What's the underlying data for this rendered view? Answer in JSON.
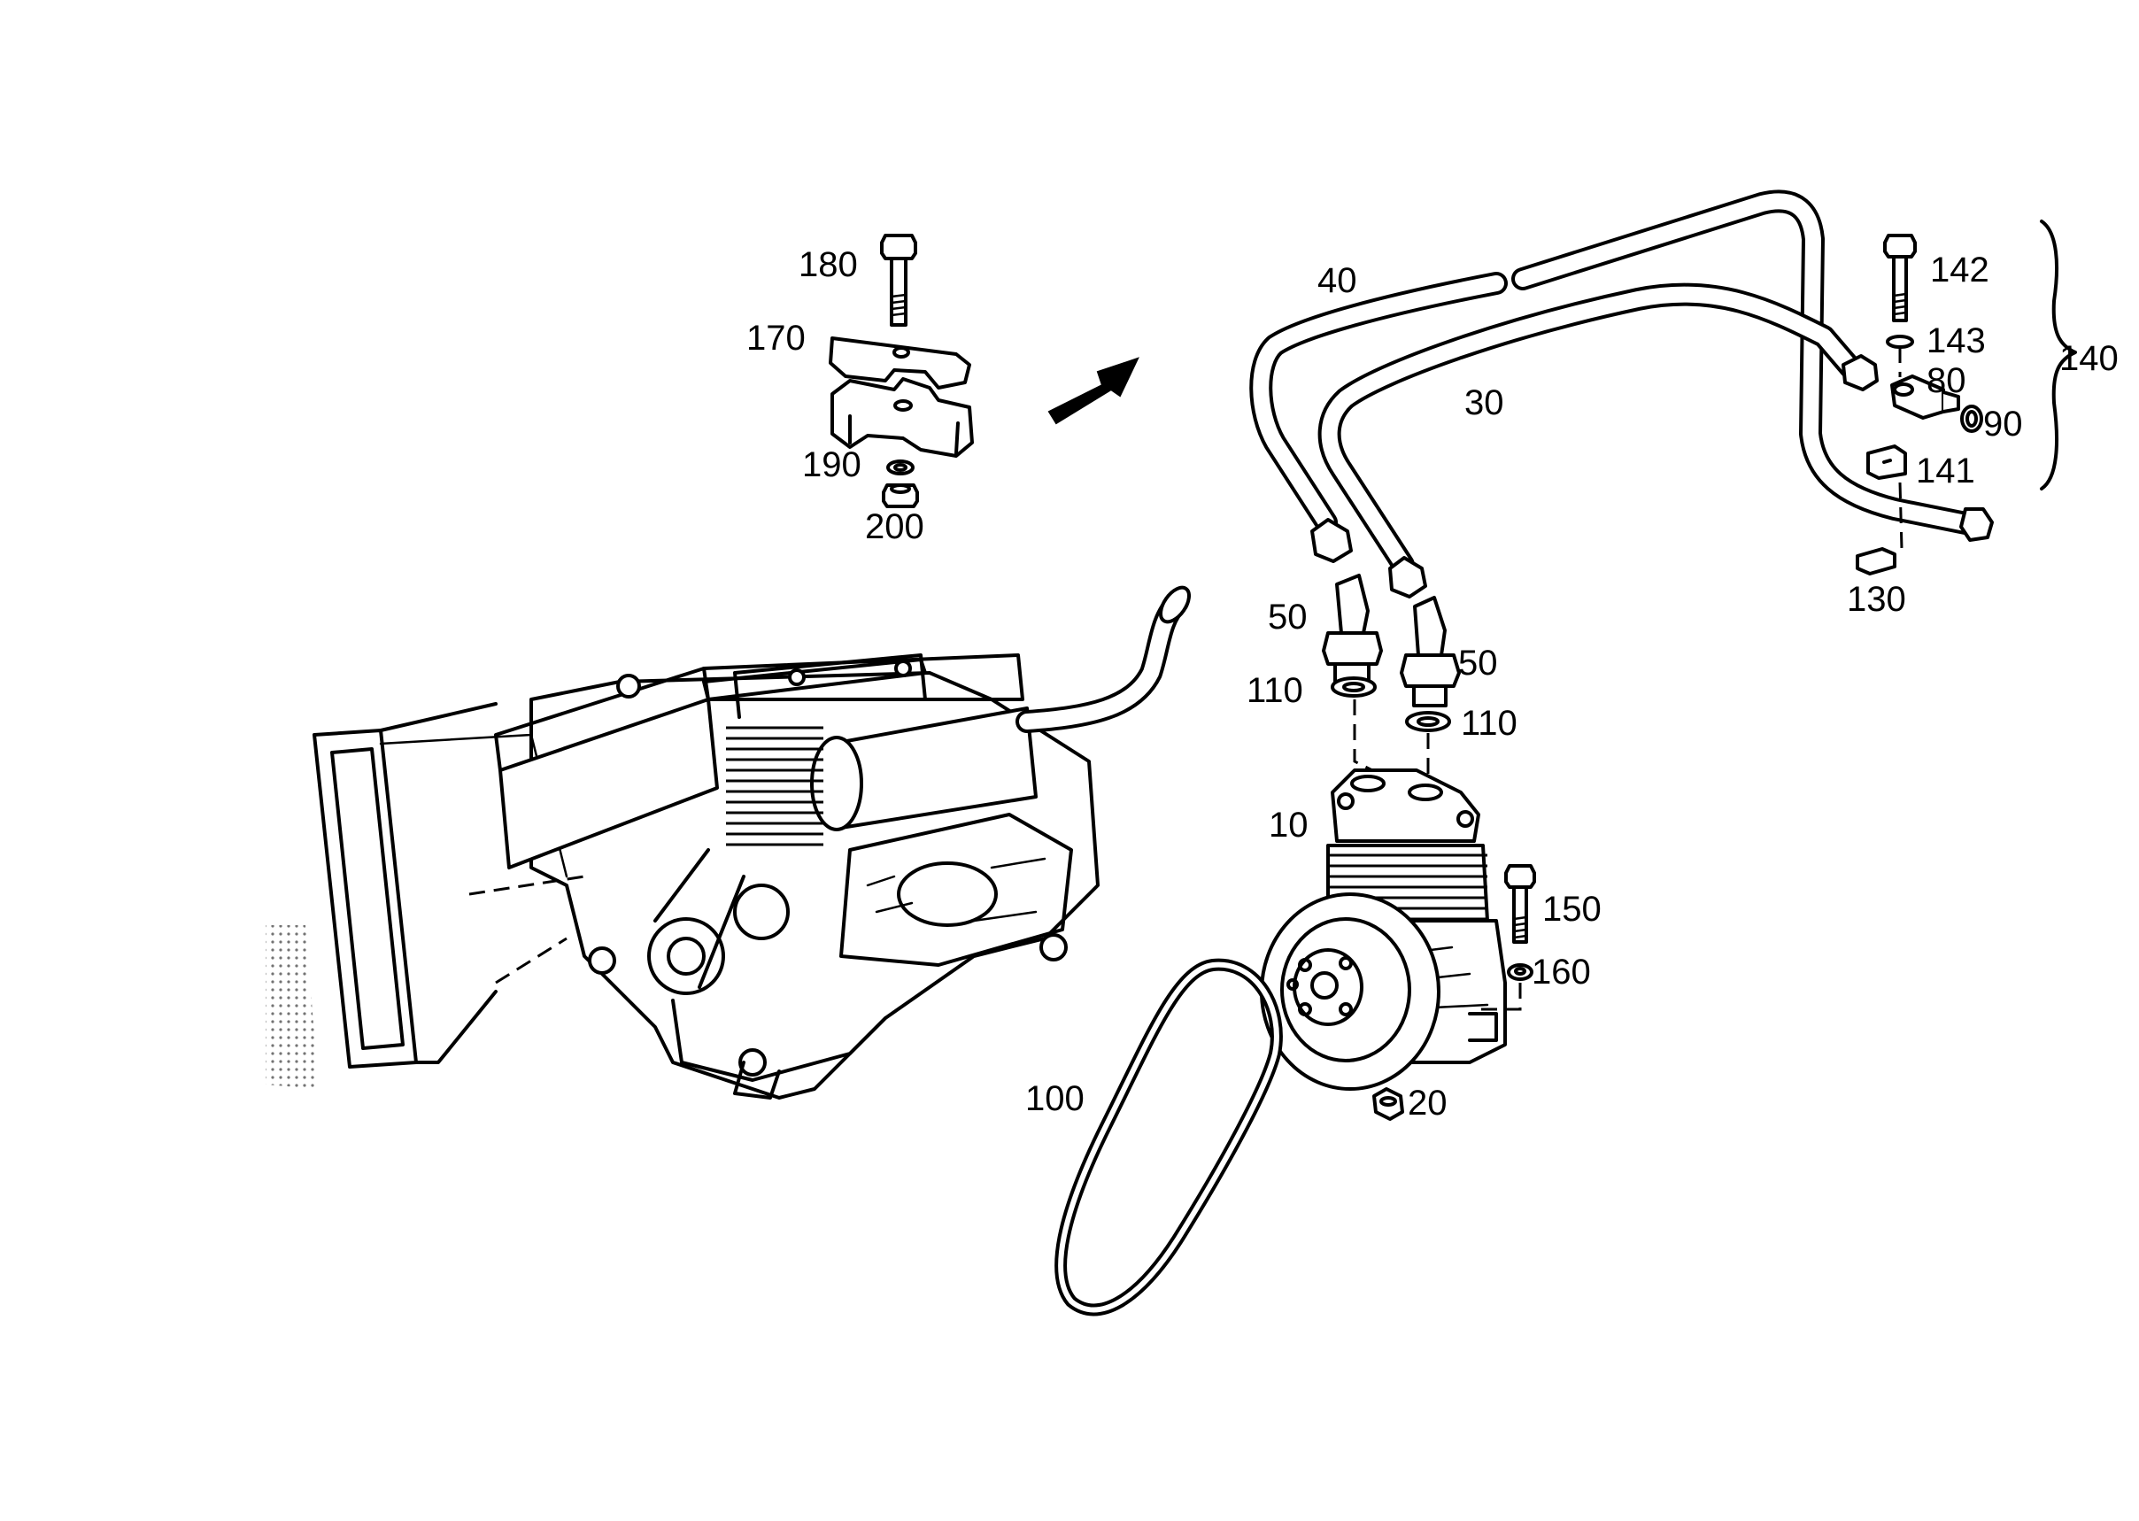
{
  "labels": {
    "p10": "10",
    "p20": "20",
    "p30": "30",
    "p40": "40",
    "p50a": "50",
    "p50b": "50",
    "p80": "80",
    "p90": "90",
    "p100": "100",
    "p110a": "110",
    "p110b": "110",
    "p130": "130",
    "p140": "140",
    "p141": "141",
    "p142": "142",
    "p143": "143",
    "p150": "150",
    "p160": "160",
    "p170": "170",
    "p180": "180",
    "p190": "190",
    "p200": "200"
  }
}
